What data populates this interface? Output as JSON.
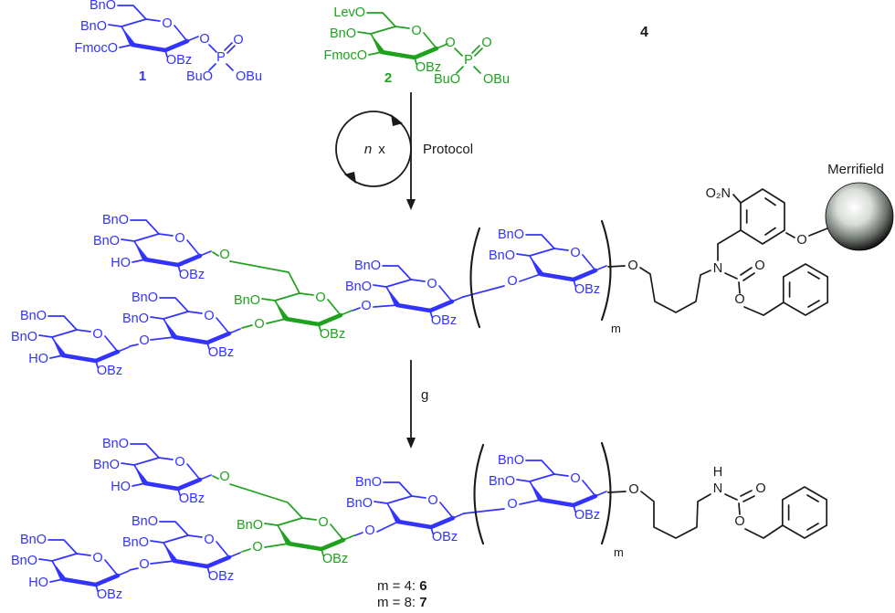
{
  "colors": {
    "blue": "#3333ff",
    "green": "#1ea21e",
    "black": "#1a1a1a"
  },
  "glyphs": {
    "ring_o": "O",
    "o": "O",
    "bno": "BnO",
    "levo": "LevO",
    "fmoco": "FmocO",
    "ho": "HO",
    "obz": "OBz",
    "p": "P",
    "buo": "BuO",
    "obu": "OBu",
    "n": "N",
    "h": "H",
    "o2n": "O₂N",
    "m": "m"
  },
  "compounds": {
    "c1": "1",
    "c2": "2",
    "c4": "4"
  },
  "cycle": {
    "n": "n",
    "times": "x"
  },
  "arrows": {
    "protocol": "Protocol",
    "g": "g"
  },
  "resin": {
    "label": "Merrifield"
  },
  "products": [
    {
      "prefix": "m = 4: ",
      "number": "6"
    },
    {
      "prefix": "m = 8: ",
      "number": "7"
    }
  ]
}
